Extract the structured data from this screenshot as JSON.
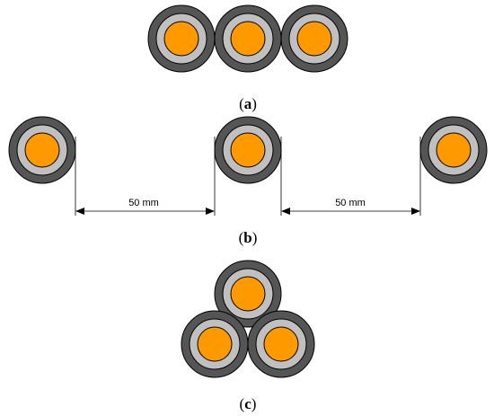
{
  "panels": {
    "a": {
      "label": "a",
      "arrangement": "flat, touching",
      "cable_count": 3
    },
    "b": {
      "label": "b",
      "arrangement": "flat, spaced",
      "cable_count": 3,
      "spacing_1": "50 mm",
      "spacing_2": "50 mm"
    },
    "c": {
      "label": "c",
      "arrangement": "trefoil",
      "cable_count": 3
    }
  },
  "colors": {
    "outer_sheath": "#555555",
    "insulation": "#c0c0c0",
    "conductor": "#ff9900",
    "outline": "#000000"
  }
}
